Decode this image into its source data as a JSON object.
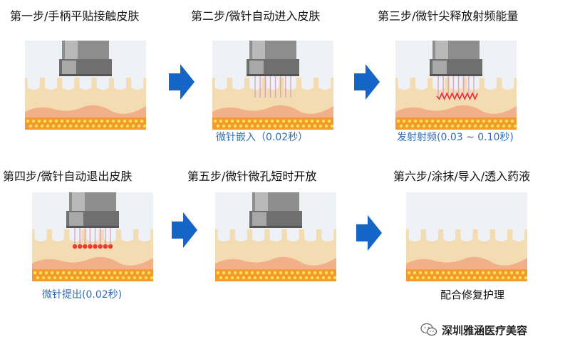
{
  "steps": [
    {
      "title": "第一步/手柄平贴接触皮肤",
      "caption": "",
      "state": "contact"
    },
    {
      "title": "第二步/微针自动进入皮肤",
      "caption": "微针嵌入（0.02秒）",
      "state": "insert"
    },
    {
      "title": "第三步/微针尖释放射频能量",
      "caption": "发射射频(0.03 ~ 0.10秒)",
      "state": "rf"
    },
    {
      "title": "第四步/微针自动退出皮肤",
      "caption": "微针提出(0.02秒)",
      "state": "withdraw"
    },
    {
      "title": "第五步/微针微孔短时开放",
      "caption": "",
      "state": "pores"
    },
    {
      "title": "第六步/涂抹/导入/透入药液",
      "caption": "配合修复护理",
      "state": "apply"
    }
  ],
  "footer": {
    "text": "深圳雅涵医疗美容"
  },
  "colors": {
    "caption": "#2e6db4",
    "arrow": "#1565c8",
    "skin": "#f3dbb2",
    "fat": "#f29a32",
    "dermis": "#f2b089"
  }
}
